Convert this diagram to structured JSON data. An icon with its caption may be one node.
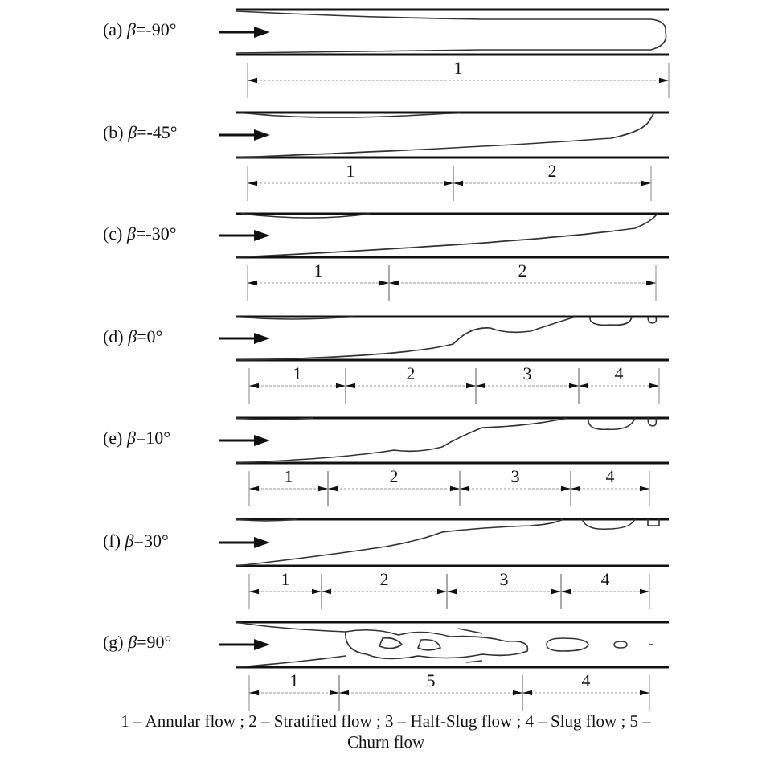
{
  "diagram": {
    "caption": "1 – Annular flow ; 2 – Stratified flow ; 3 – Half-Slug flow ; 4 – Slug flow ; 5 – Churn flow",
    "labels": [
      "(a) *β*=-90°",
      "1",
      "(b) *β*=-45°",
      "1",
      "2",
      "(c) *β*=-30°",
      "1",
      "2",
      "(d) *β*=0°",
      "1",
      "2",
      "3",
      "4",
      "(e) *β*=10°",
      "1",
      "2",
      "3",
      "4",
      "(f) *β*=30°",
      "1",
      "2",
      "3",
      "4",
      "(g) *β*=90°",
      "1",
      "5",
      "4"
    ]
  }
}
